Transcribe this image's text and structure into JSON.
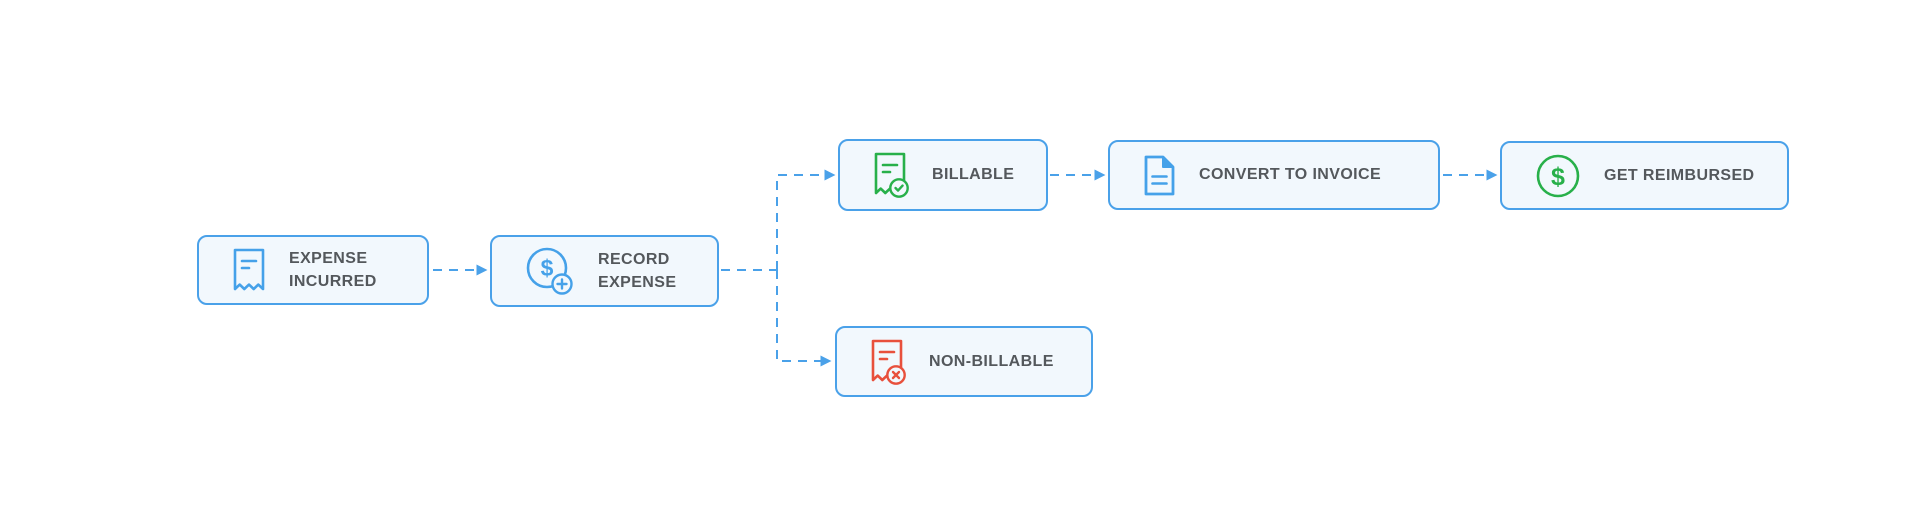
{
  "nodes": [
    {
      "id": "expense-incurred",
      "label": "EXPENSE INCURRED",
      "icon": "receipt-icon",
      "color": "#45A1E9"
    },
    {
      "id": "record-expense",
      "label": "RECORD EXPENSE",
      "icon": "add-expense-icon",
      "color": "#45A1E9"
    },
    {
      "id": "billable",
      "label": "BILLABLE",
      "icon": "receipt-check-icon",
      "color": "#28B04A"
    },
    {
      "id": "convert-to-invoice",
      "label": "CONVERT TO INVOICE",
      "icon": "invoice-document-icon",
      "color": "#45A1E9"
    },
    {
      "id": "get-reimbursed",
      "label": "GET REIMBURSED",
      "icon": "dollar-circle-icon",
      "color": "#28B04A"
    },
    {
      "id": "non-billable",
      "label": "NON-BILLABLE",
      "icon": "receipt-cancel-icon",
      "color": "#E8503C"
    }
  ],
  "edges": [
    {
      "from": "expense-incurred",
      "to": "record-expense"
    },
    {
      "from": "record-expense",
      "to": "billable"
    },
    {
      "from": "record-expense",
      "to": "non-billable"
    },
    {
      "from": "billable",
      "to": "convert-to-invoice"
    },
    {
      "from": "convert-to-invoice",
      "to": "get-reimbursed"
    }
  ],
  "colors": {
    "connector": "#4AA1E9",
    "node_border": "#4AA1E9",
    "node_fill": "#F2F8FD",
    "label_text": "#54585C",
    "blue": "#45A1E9",
    "green": "#28B04A",
    "red": "#E8503C"
  }
}
